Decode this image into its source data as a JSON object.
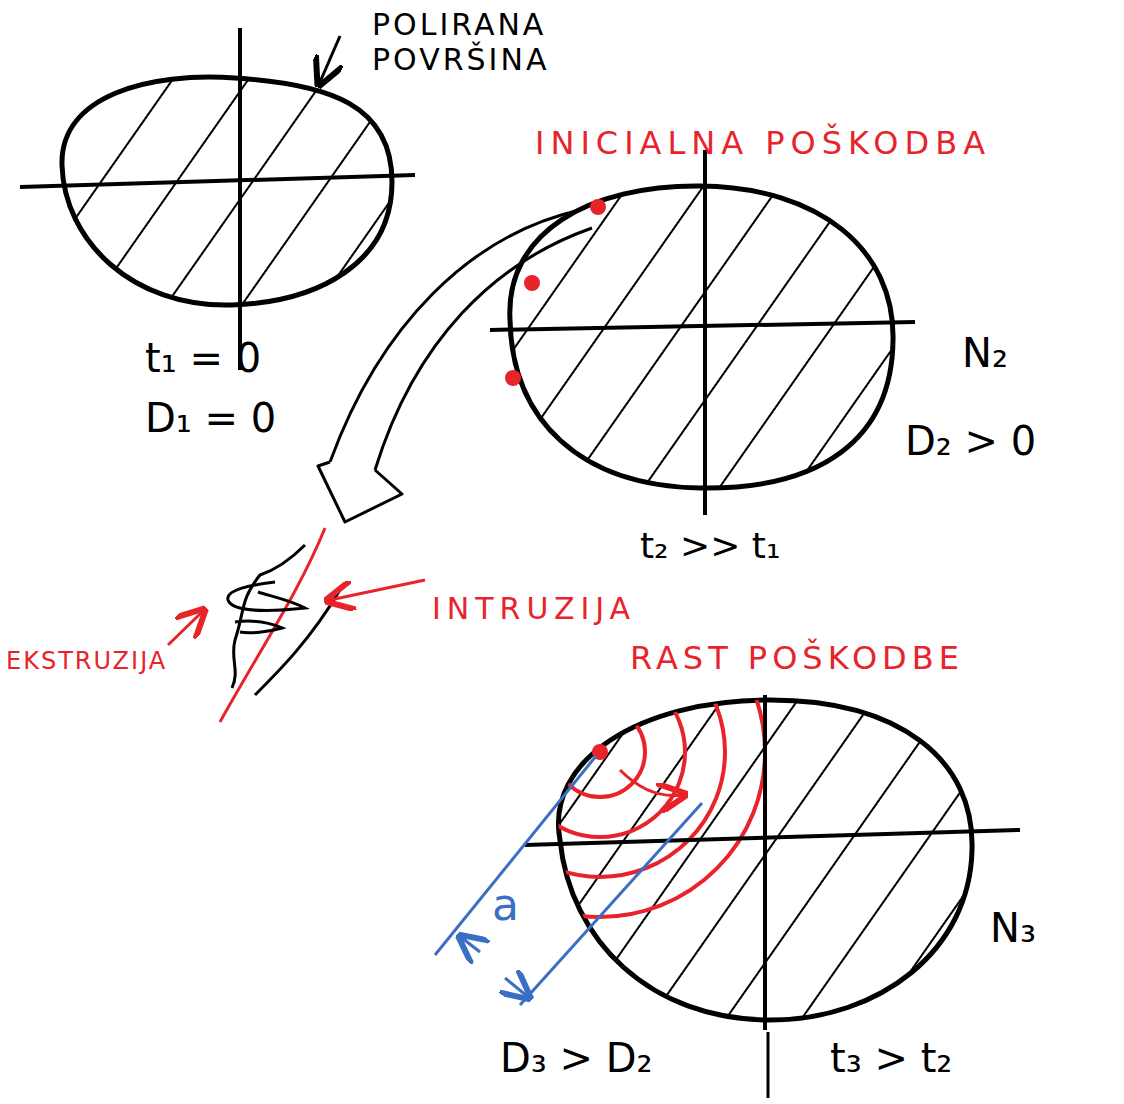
{
  "diagram": {
    "labels": [
      "POLIRANA POVRŠINA",
      "INICIALNA POŠKODBA",
      "t₁ = 0",
      "D₁ = 0",
      "N₂",
      "D₂ > 0",
      "t₂ >> t₁",
      "INTRUZIJA",
      "EKSTRUZIJA",
      "RAST POŠKODBE",
      "a",
      "N₃",
      "D₃ > D₂",
      "t₃ > t₂"
    ]
  }
}
